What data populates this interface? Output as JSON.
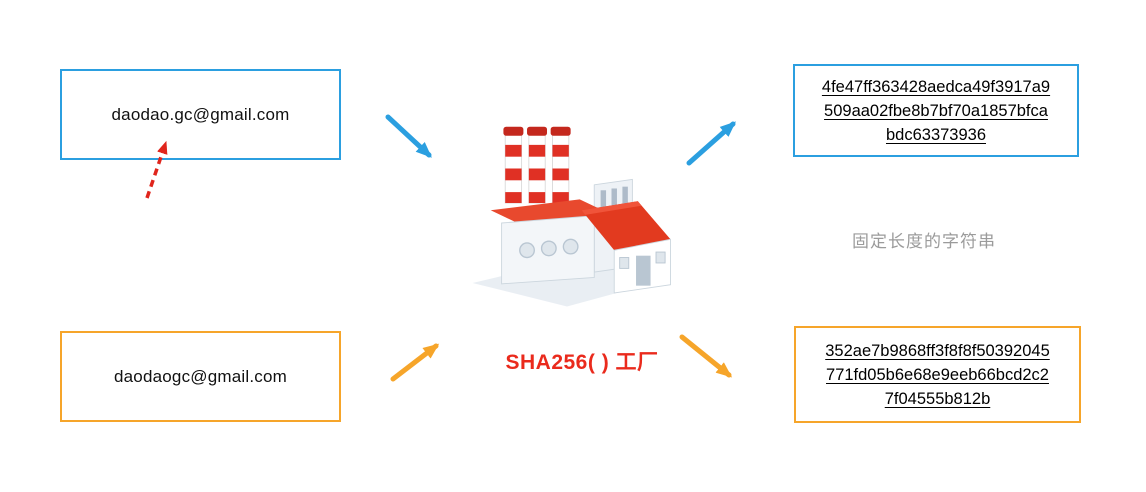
{
  "inputs": {
    "top": {
      "email": "daodao.gc@gmail.com"
    },
    "bottom": {
      "email": "daodaogc@gmail.com"
    }
  },
  "factory": {
    "label": "SHA256( ) 工厂"
  },
  "outputs": {
    "top": {
      "lines": [
        "4fe47ff363428aedca49f3917a9",
        "509aa02fbe8b7bf70a1857bfca",
        "bdc63373936"
      ]
    },
    "bottom": {
      "lines": [
        "352ae7b9868ff3f8f8f50392045",
        "771fd05b6e68e9eeb66bcd2c2",
        "7f04555b812b"
      ]
    }
  },
  "annotation": {
    "label": "固定长度的字符串"
  },
  "colors": {
    "blue": "#2b9fe0",
    "orange": "#f6a52a",
    "red_label": "#ea2a1c",
    "red_arrow": "#e0251c",
    "gray_text": "#9b9b9b"
  }
}
